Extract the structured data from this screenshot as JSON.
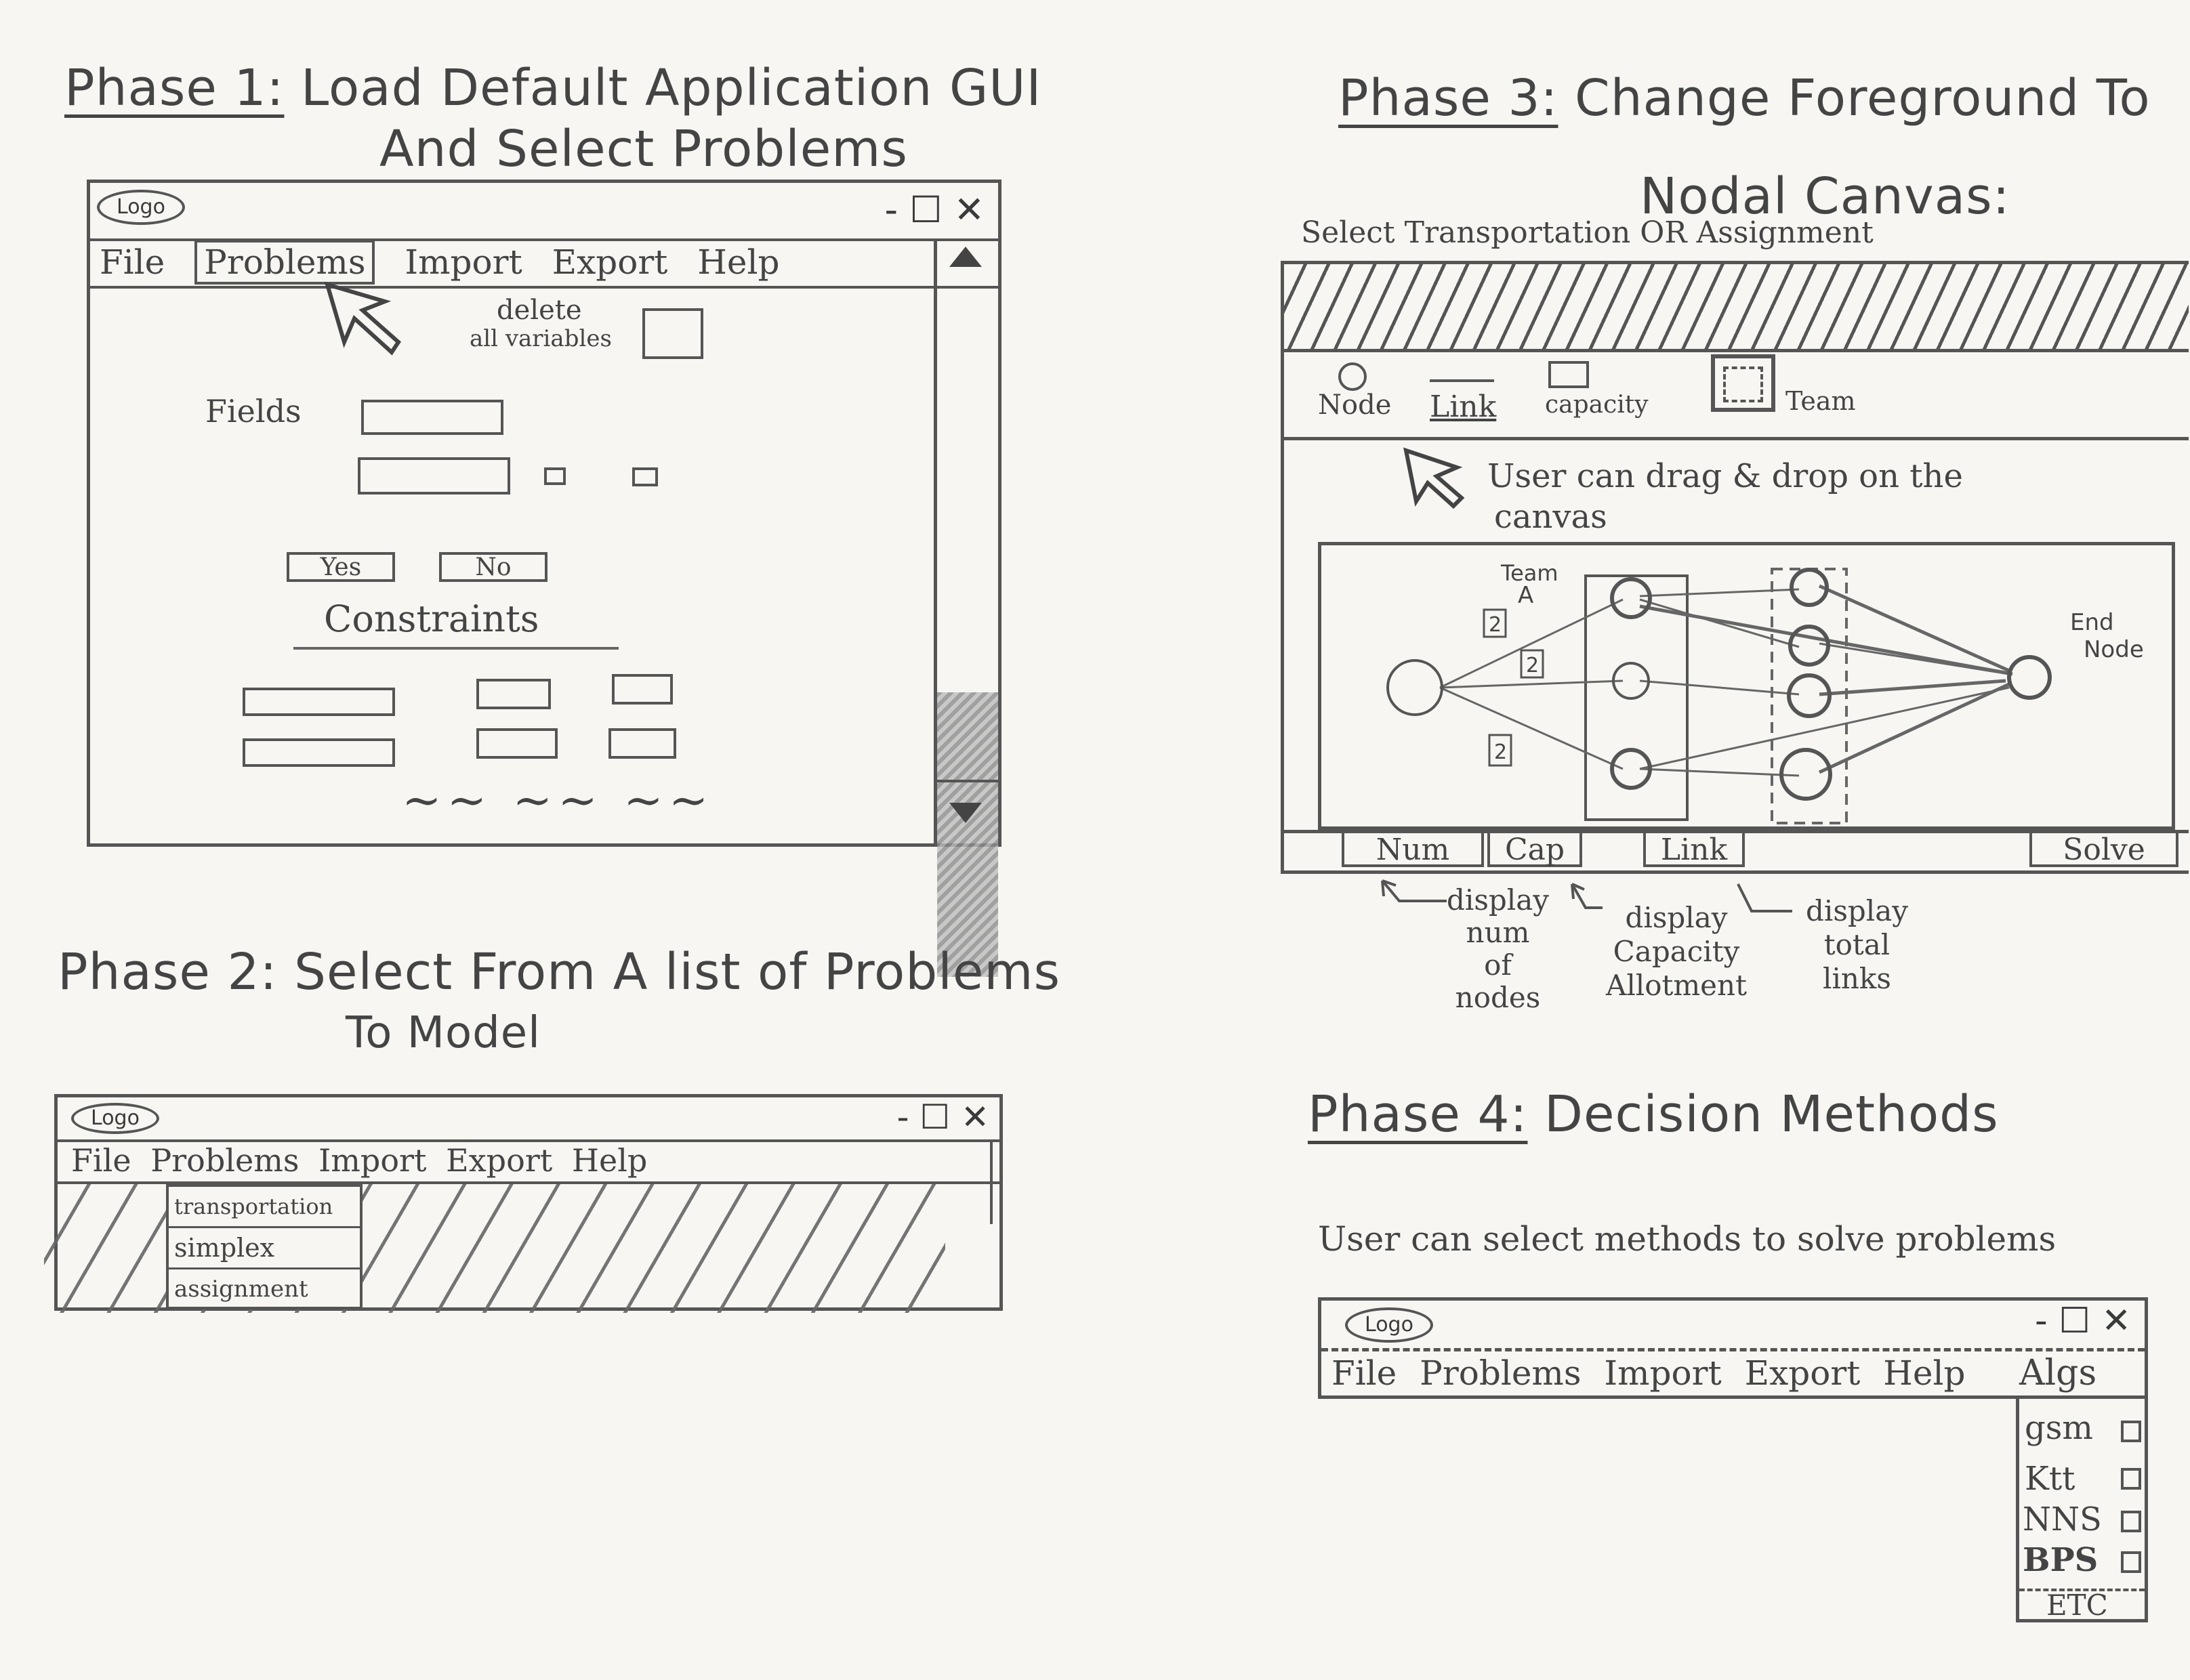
{
  "phase1": {
    "title_phase": "Phase 1:",
    "title_rest": "Load Default Application GUI",
    "title_line2": "And Select Problems",
    "logo": "Logo",
    "window_controls": "- ☐ ✕",
    "menu": [
      "File",
      "Problems",
      "Import",
      "Export",
      "Help"
    ],
    "delete_label_1": "delete",
    "delete_label_2": "all variables",
    "fields_label": "Fields",
    "yes_label": "Yes",
    "no_label": "No",
    "constraints_label": "Constraints",
    "squiggle": "~~ ~~ ~~"
  },
  "phase2": {
    "title_phase": "Phase 2:",
    "title_rest": "Select From A list of Problems",
    "title_line2": "To Model",
    "logo": "Logo",
    "menu": [
      "File",
      "Problems",
      "Import",
      "Export",
      "Help"
    ],
    "dropdown": [
      "transportation",
      "simplex",
      "assignment"
    ]
  },
  "phase3": {
    "title_phase": "Phase 3:",
    "title_rest": "Change Foreground To",
    "title_line2": "Nodal Canvas:",
    "subtitle": "Select Transportation OR Assignment",
    "tools": [
      "Node",
      "Link",
      "capacity",
      "Team"
    ],
    "drag_note_1": "User can drag & drop on the",
    "drag_note_2": "canvas",
    "team_label_1": "Team",
    "team_label_2": "A",
    "end_label_1": "End",
    "end_label_2": "Node",
    "capacity_value": "2",
    "buttons": [
      "Num",
      "Cap",
      "Link",
      "Solve"
    ],
    "annotations": {
      "num": [
        "display",
        "num",
        "of",
        "nodes"
      ],
      "cap": [
        "display",
        "Capacity",
        "Allotment"
      ],
      "link": [
        "display",
        "total",
        "links"
      ]
    }
  },
  "phase4": {
    "title_phase": "Phase 4:",
    "title_rest": "Decision Methods",
    "subtitle": "User can select methods to solve problems",
    "logo": "Logo",
    "window_controls": "- ☐ ✕",
    "menu": [
      "File",
      "Problems",
      "Import",
      "Export",
      "Help"
    ],
    "algs_label": "Algs",
    "algs": [
      "gsm",
      "Ktt",
      "NNS",
      "BPS"
    ],
    "etc_label": "ETC"
  }
}
